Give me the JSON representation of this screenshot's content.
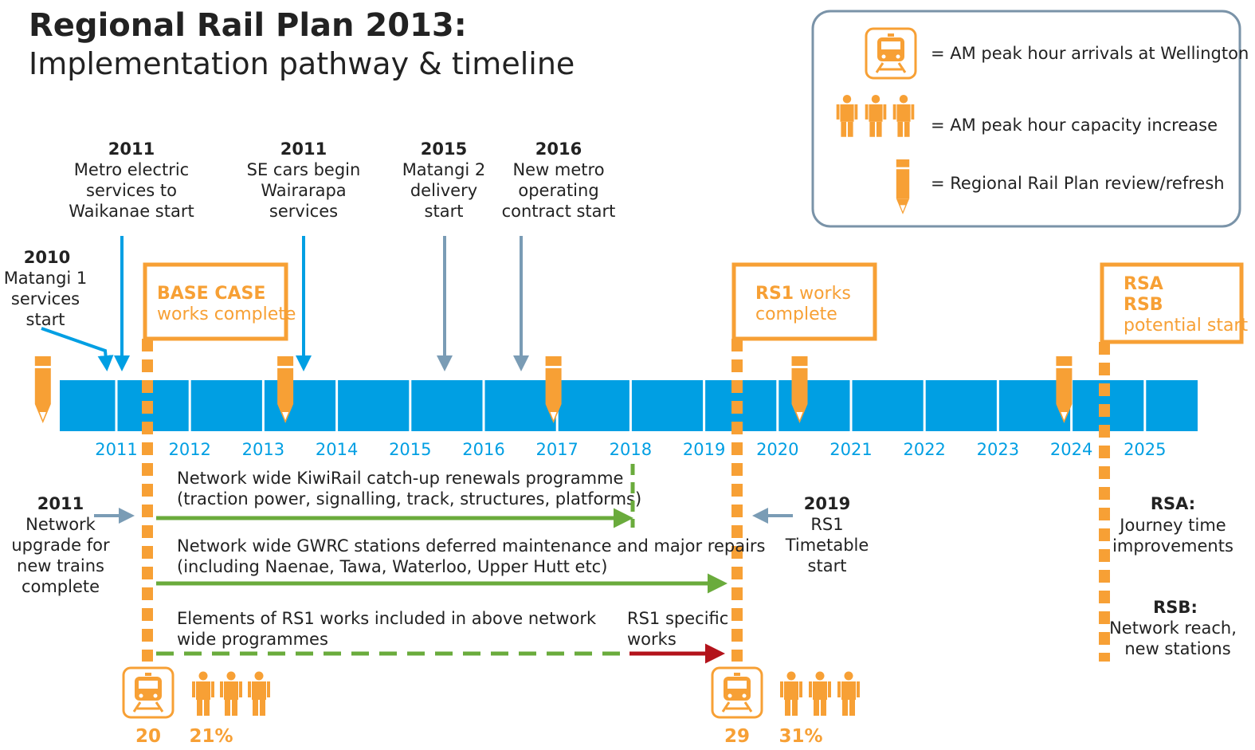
{
  "header": {
    "title": "Regional Rail Plan 2013:",
    "subtitle": "Implementation pathway & timeline"
  },
  "legend": {
    "arrivals": "= AM peak hour arrivals at Wellington",
    "capacity": "= AM peak hour capacity increase",
    "review": "= Regional Rail Plan review/refresh"
  },
  "colors": {
    "orange": "#f7a035",
    "blue": "#009fe3",
    "grey_arrow": "#7a9cb5",
    "green": "#6aab3c",
    "red": "#b3131b",
    "text": "#222222",
    "legend_border": "#7a93a8"
  },
  "icons": {
    "train": "train-icon",
    "person": "person-icon",
    "pencil": "pencil-icon"
  },
  "timeline": {
    "years": [
      "2011",
      "2012",
      "2013",
      "2014",
      "2015",
      "2016",
      "2017",
      "2018",
      "2019",
      "2020",
      "2021",
      "2022",
      "2023",
      "2024",
      "2025"
    ],
    "review_years": [
      2010,
      2013.3,
      2016.95,
      2020.3,
      2023.9
    ]
  },
  "events": {
    "e2010": {
      "year": "2010",
      "lines": [
        "Matangi 1",
        "services",
        "start"
      ]
    },
    "e2011a": {
      "year": "2011",
      "lines": [
        "Metro electric",
        "services to",
        "Waikanae start"
      ]
    },
    "e2011b": {
      "year": "2011",
      "lines": [
        "SE cars begin",
        "Wairarapa",
        "services"
      ]
    },
    "e2015": {
      "year": "2015",
      "lines": [
        "Matangi 2",
        "delivery",
        "start"
      ]
    },
    "e2016": {
      "year": "2016",
      "lines": [
        "New metro",
        "operating",
        "contract start"
      ]
    },
    "e2011c": {
      "year": "2011",
      "lines": [
        "Network",
        "upgrade for",
        "new trains",
        "complete"
      ]
    },
    "e2019": {
      "year": "2019",
      "lines": [
        "RS1",
        "Timetable",
        "start"
      ]
    }
  },
  "flags": {
    "base_bold": "BASE CASE",
    "base_sub": "works complete",
    "rs1_bold": "RS1",
    "rs1_sub": " works",
    "rs1_sub2": "complete",
    "rsa_bold": "RSA",
    "rsb_bold": "RSB",
    "rsab_sub": "potential start"
  },
  "programmes": {
    "p1": [
      "Network wide KiwiRail catch-up renewals programme",
      "(traction power, signalling, track, structures, platforms)"
    ],
    "p2": [
      "Network wide GWRC stations deferred maintenance and major repairs",
      "(including Naenae, Tawa, Waterloo, Upper Hutt etc)"
    ],
    "p3": [
      "Elements of RS1 works included in above network",
      "wide programmes"
    ],
    "p4": [
      "RS1 specific",
      "works"
    ]
  },
  "scenarios": {
    "rsa_label": "RSA:",
    "rsa_lines": [
      "Journey time",
      "improvements"
    ],
    "rsb_label": "RSB:",
    "rsb_lines": [
      "Network reach,",
      "new stations"
    ]
  },
  "stats": {
    "base_arrivals": "20",
    "base_capacity": "21%",
    "rs1_arrivals": "29",
    "rs1_capacity": "31%"
  }
}
